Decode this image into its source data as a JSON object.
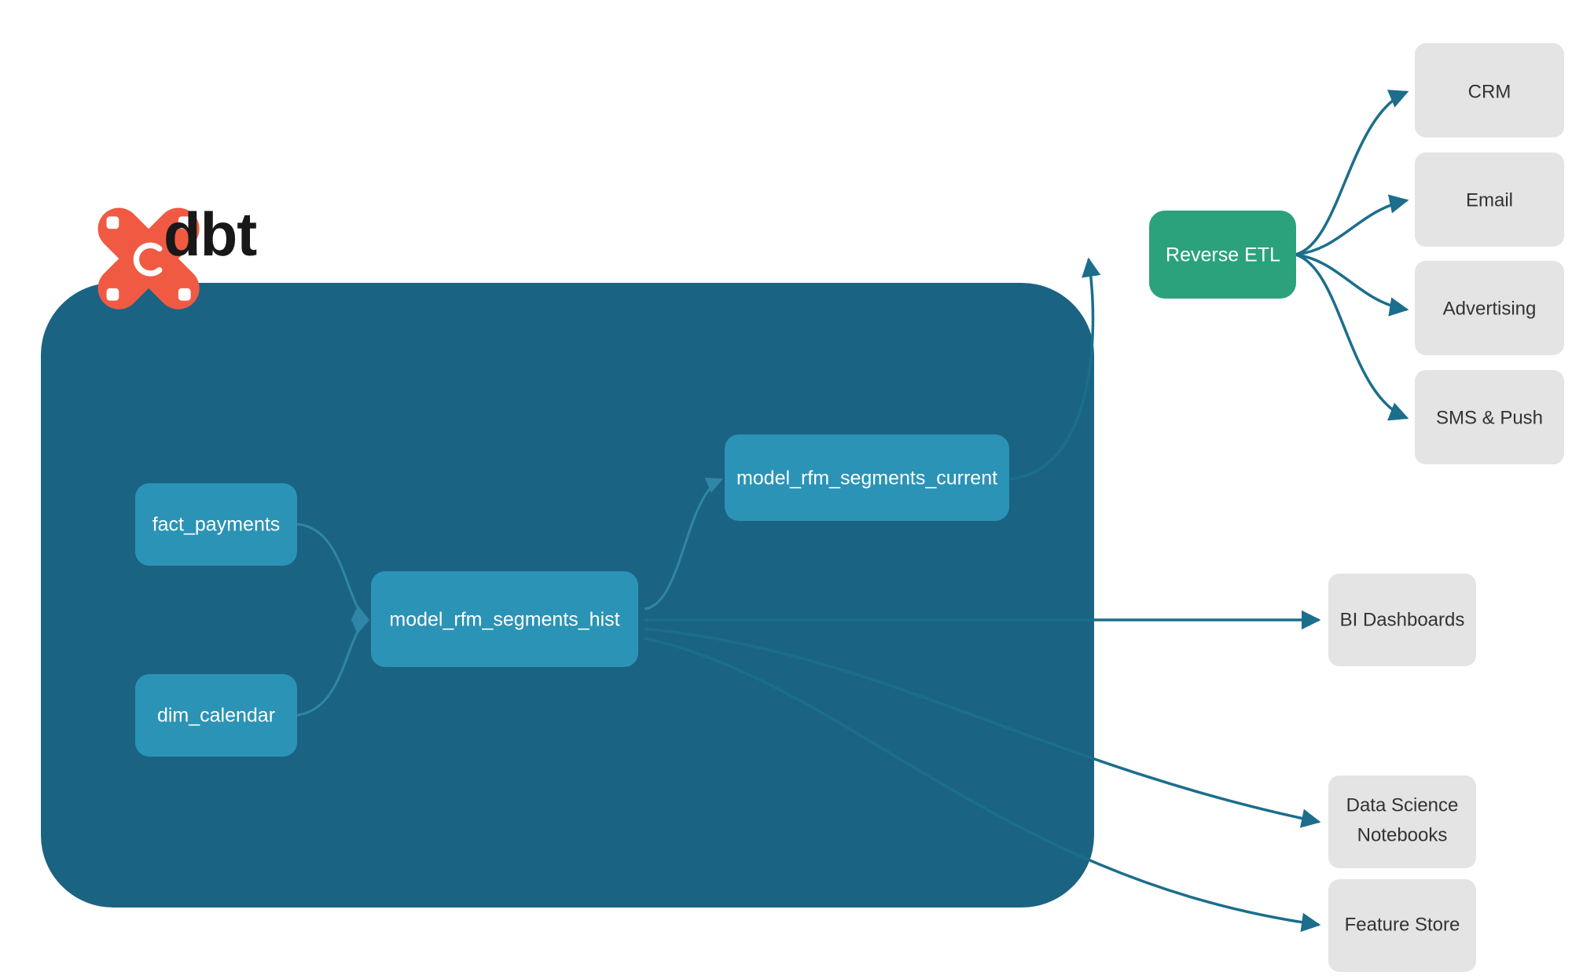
{
  "brand": {
    "name": "dbt",
    "logo_icon": "dbt-x-logo-icon",
    "logo_color": "#F05A43",
    "text_color": "#181818"
  },
  "colors": {
    "background": "#ffffff",
    "container_fill": "#1B6383",
    "model_node_fill": "#2B93B6",
    "model_node_text": "#ffffff",
    "reverse_etl_fill": "#2BA27B",
    "reverse_etl_text": "#ffffff",
    "external_fill": "#E4E4E4",
    "external_text": "#333333",
    "edge_outer": "#1B6E8C",
    "edge_inner": "#2F86A6"
  },
  "container": {
    "name": "dbt-project-container"
  },
  "nodes": {
    "models": [
      {
        "id": "fact_payments",
        "label": "fact_payments"
      },
      {
        "id": "dim_calendar",
        "label": "dim_calendar"
      },
      {
        "id": "model_rfm_segments_hist",
        "label": "model_rfm_segments_hist"
      },
      {
        "id": "model_rfm_segments_current",
        "label": "model_rfm_segments_current"
      }
    ],
    "reverse_etl": {
      "id": "reverse_etl",
      "label": "Reverse ETL"
    },
    "destinations": [
      {
        "id": "crm",
        "label": "CRM",
        "lines": [
          "CRM"
        ]
      },
      {
        "id": "email",
        "label": "Email",
        "lines": [
          "Email"
        ]
      },
      {
        "id": "advertising",
        "label": "Advertising",
        "lines": [
          "Advertising"
        ]
      },
      {
        "id": "sms_push",
        "label": "SMS & Push",
        "lines": [
          "SMS & Push"
        ]
      },
      {
        "id": "bi_dashboards",
        "label": "BI Dashboards",
        "lines": [
          "BI Dashboards"
        ]
      },
      {
        "id": "data_science_notebooks",
        "label": "Data Science Notebooks",
        "lines": [
          "Data Science",
          "Notebooks"
        ]
      },
      {
        "id": "feature_store",
        "label": "Feature Store",
        "lines": [
          "Feature Store"
        ]
      }
    ]
  },
  "edges": [
    {
      "from": "fact_payments",
      "to": "model_rfm_segments_hist"
    },
    {
      "from": "dim_calendar",
      "to": "model_rfm_segments_hist"
    },
    {
      "from": "model_rfm_segments_hist",
      "to": "model_rfm_segments_current"
    },
    {
      "from": "model_rfm_segments_current",
      "to": "reverse_etl"
    },
    {
      "from": "reverse_etl",
      "to": "crm"
    },
    {
      "from": "reverse_etl",
      "to": "email"
    },
    {
      "from": "reverse_etl",
      "to": "advertising"
    },
    {
      "from": "reverse_etl",
      "to": "sms_push"
    },
    {
      "from": "model_rfm_segments_hist",
      "to": "bi_dashboards"
    },
    {
      "from": "model_rfm_segments_hist",
      "to": "data_science_notebooks"
    },
    {
      "from": "model_rfm_segments_hist",
      "to": "feature_store"
    }
  ]
}
